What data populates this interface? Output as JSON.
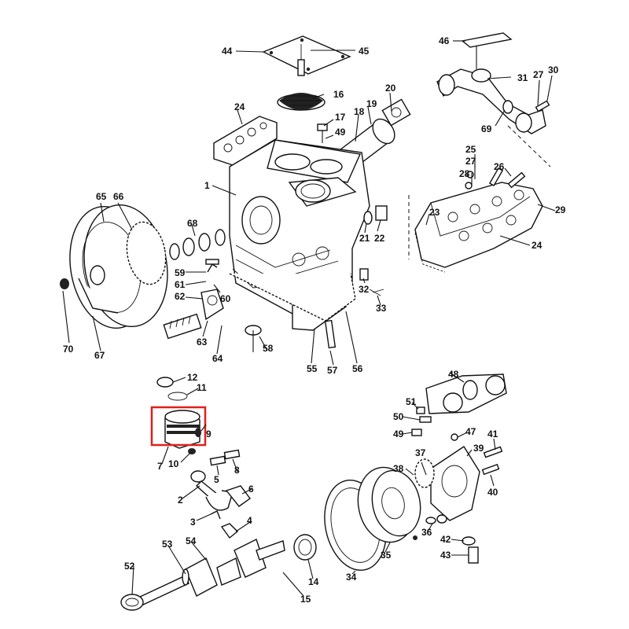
{
  "highlight_color": "#e0201b",
  "highlighted_part": "7",
  "callouts": [
    {
      "id": "c44",
      "text": "44"
    },
    {
      "id": "c45",
      "text": "45"
    },
    {
      "id": "c16",
      "text": "16"
    },
    {
      "id": "c24a",
      "text": "24"
    },
    {
      "id": "c17",
      "text": "17"
    },
    {
      "id": "c49a",
      "text": "49"
    },
    {
      "id": "c18",
      "text": "18"
    },
    {
      "id": "c19",
      "text": "19"
    },
    {
      "id": "c20",
      "text": "20"
    },
    {
      "id": "c46",
      "text": "46"
    },
    {
      "id": "c31",
      "text": "31"
    },
    {
      "id": "c27a",
      "text": "27"
    },
    {
      "id": "c30",
      "text": "30"
    },
    {
      "id": "c69",
      "text": "69"
    },
    {
      "id": "c25",
      "text": "25"
    },
    {
      "id": "c27b",
      "text": "27"
    },
    {
      "id": "c28",
      "text": "28"
    },
    {
      "id": "c26",
      "text": "26"
    },
    {
      "id": "c29",
      "text": "29"
    },
    {
      "id": "c23",
      "text": "23"
    },
    {
      "id": "c24b",
      "text": "24"
    },
    {
      "id": "c1",
      "text": "1"
    },
    {
      "id": "c65",
      "text": "65"
    },
    {
      "id": "c66",
      "text": "66"
    },
    {
      "id": "c68",
      "text": "68"
    },
    {
      "id": "c21",
      "text": "21"
    },
    {
      "id": "c22",
      "text": "22"
    },
    {
      "id": "c59",
      "text": "59"
    },
    {
      "id": "c61",
      "text": "61"
    },
    {
      "id": "c62",
      "text": "62"
    },
    {
      "id": "c60",
      "text": "60"
    },
    {
      "id": "c32",
      "text": "32"
    },
    {
      "id": "c33",
      "text": "33"
    },
    {
      "id": "c63",
      "text": "63"
    },
    {
      "id": "c70",
      "text": "70"
    },
    {
      "id": "c67",
      "text": "67"
    },
    {
      "id": "c64",
      "text": "64"
    },
    {
      "id": "c58",
      "text": "58"
    },
    {
      "id": "c55",
      "text": "55"
    },
    {
      "id": "c57",
      "text": "57"
    },
    {
      "id": "c56",
      "text": "56"
    },
    {
      "id": "c12",
      "text": "12"
    },
    {
      "id": "c11",
      "text": "11"
    },
    {
      "id": "c9",
      "text": "9"
    },
    {
      "id": "c7",
      "text": "7"
    },
    {
      "id": "c10",
      "text": "10"
    },
    {
      "id": "c5",
      "text": "5"
    },
    {
      "id": "c8",
      "text": "8"
    },
    {
      "id": "c6",
      "text": "6"
    },
    {
      "id": "c2",
      "text": "2"
    },
    {
      "id": "c3",
      "text": "3"
    },
    {
      "id": "c4",
      "text": "4"
    },
    {
      "id": "c48",
      "text": "48"
    },
    {
      "id": "c51",
      "text": "51"
    },
    {
      "id": "c50",
      "text": "50"
    },
    {
      "id": "c49b",
      "text": "49"
    },
    {
      "id": "c47",
      "text": "47"
    },
    {
      "id": "c41",
      "text": "41"
    },
    {
      "id": "c37",
      "text": "37"
    },
    {
      "id": "c39",
      "text": "39"
    },
    {
      "id": "c38",
      "text": "38"
    },
    {
      "id": "c40",
      "text": "40"
    },
    {
      "id": "c36",
      "text": "36"
    },
    {
      "id": "c42",
      "text": "42"
    },
    {
      "id": "c43",
      "text": "43"
    },
    {
      "id": "c53",
      "text": "53"
    },
    {
      "id": "c54",
      "text": "54"
    },
    {
      "id": "c52",
      "text": "52"
    },
    {
      "id": "c35",
      "text": "35"
    },
    {
      "id": "c34",
      "text": "34"
    },
    {
      "id": "c14",
      "text": "14"
    },
    {
      "id": "c15",
      "text": "15"
    }
  ]
}
